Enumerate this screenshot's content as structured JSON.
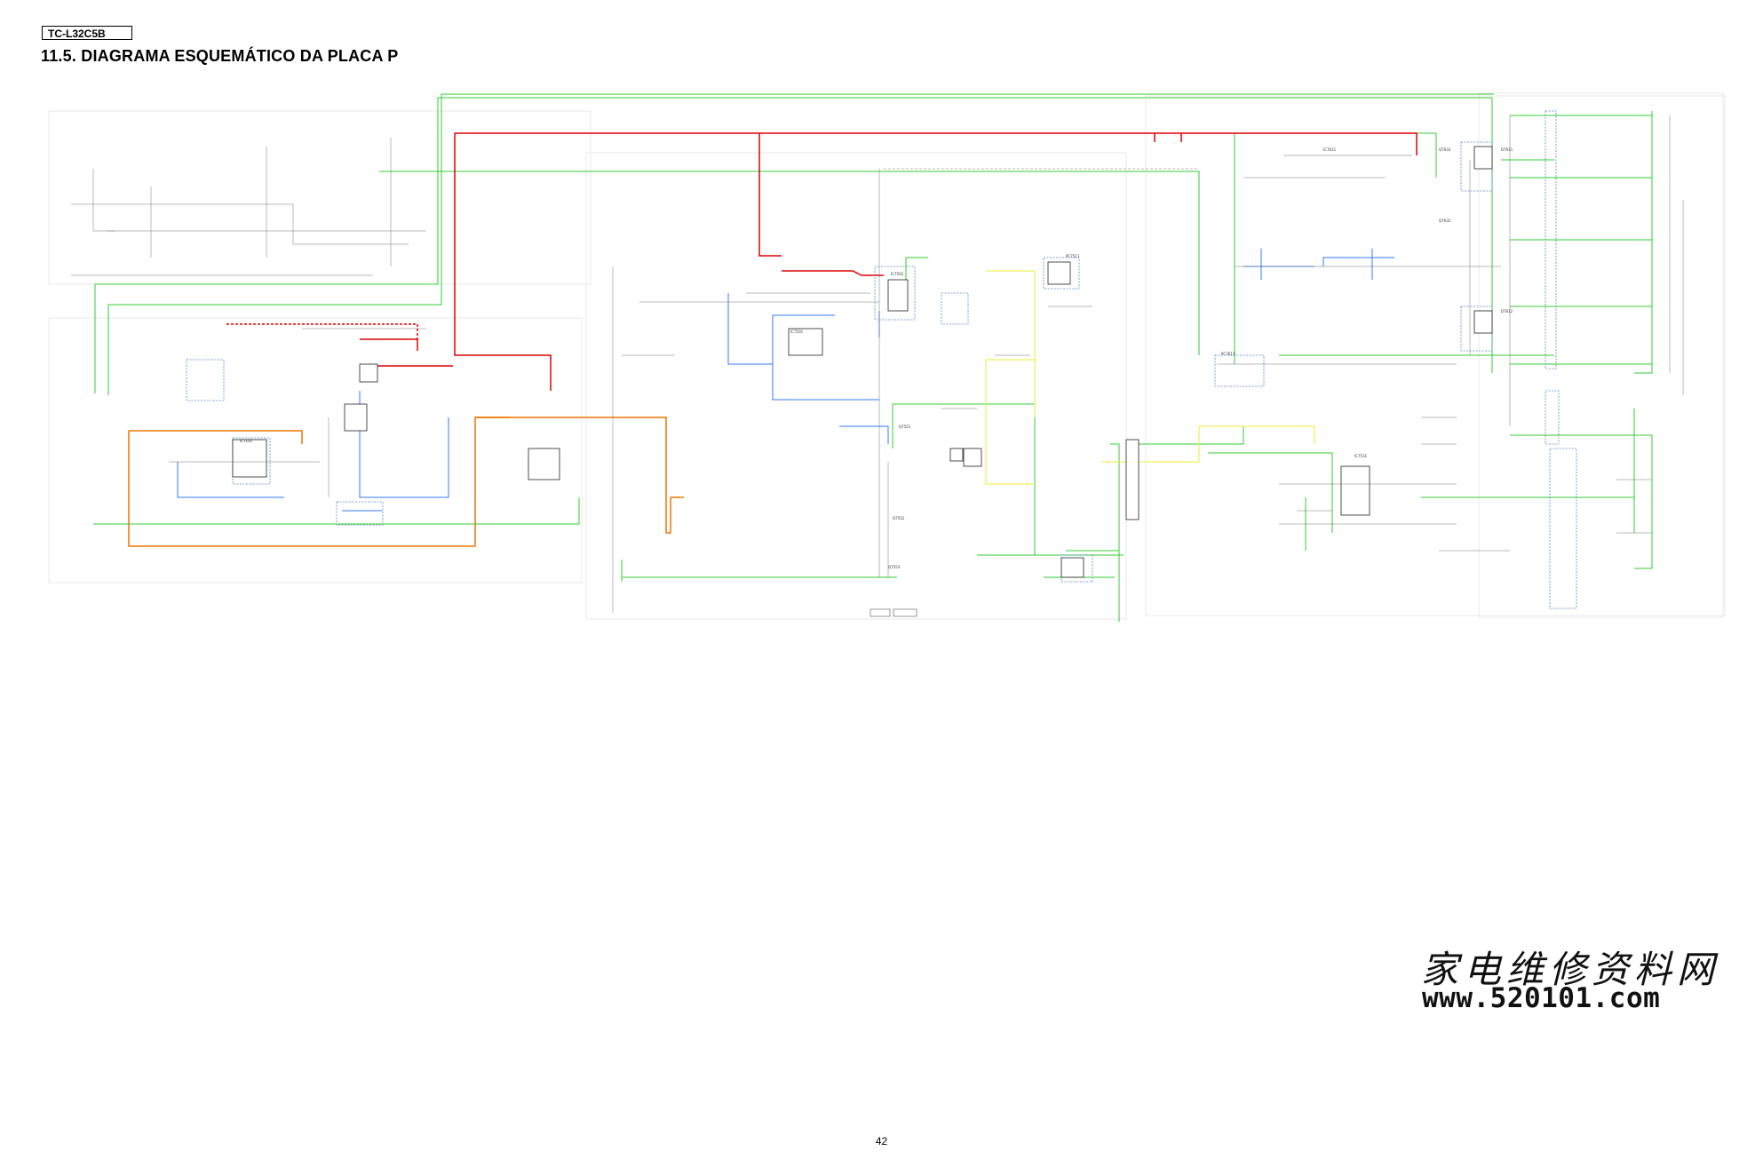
{
  "header": {
    "model": "TC-L32C5B",
    "title": "11.5. DIAGRAMA ESQUEMÁTICO DA PLACA P"
  },
  "footer": {
    "page_number": "42"
  },
  "watermark": {
    "chinese": "家电维修资料网",
    "url": "www.520101.com"
  },
  "colors": {
    "trace_green": "#33cc33",
    "trace_blue": "#3377ff",
    "trace_red": "#dd0000",
    "trace_orange": "#ee7700",
    "trace_yellow": "#eeee33",
    "block_border": "#e6e6e6"
  }
}
